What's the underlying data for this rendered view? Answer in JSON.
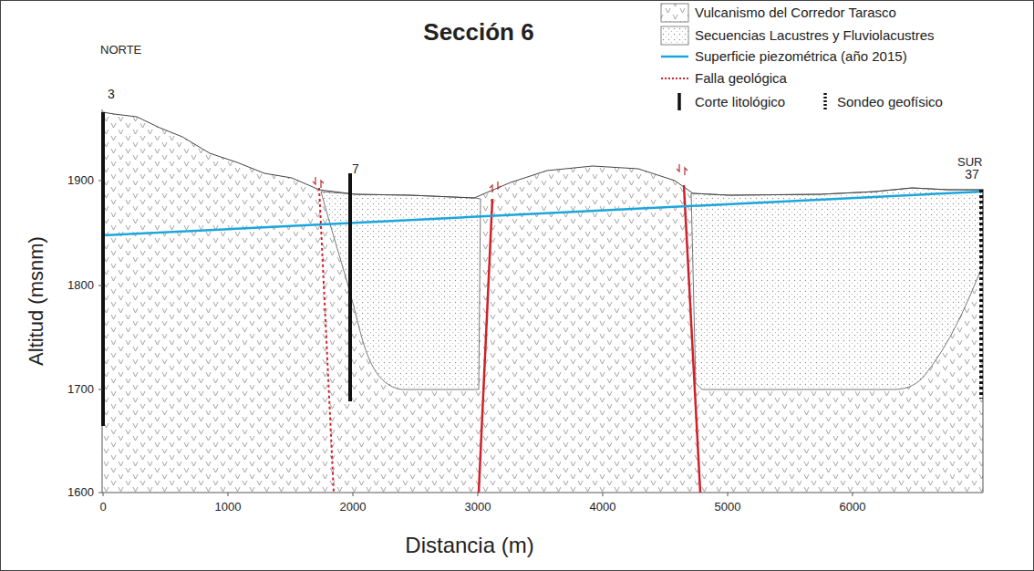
{
  "diagram": {
    "title": "Sección 6",
    "labels": [
      "NORTE",
      "3",
      "7",
      "SUR",
      "37",
      "1900",
      "1800",
      "1700",
      "1600",
      "0",
      "1000",
      "2000",
      "3000",
      "4000",
      "5000",
      "6000",
      "Altitud (msnm)",
      "Distancia (m)"
    ],
    "legend": [
      {
        "text": "Vulcanismo del Corredor Tarasco"
      },
      {
        "text": "Secuencias Lacustres y Fluviolacustres"
      },
      {
        "text": "Superficie piezométrica (año 2015)"
      },
      {
        "text": "Falla geológica"
      },
      {
        "text": "Corte litológico"
      },
      {
        "text": "Sondeo geofísico"
      }
    ]
  }
}
